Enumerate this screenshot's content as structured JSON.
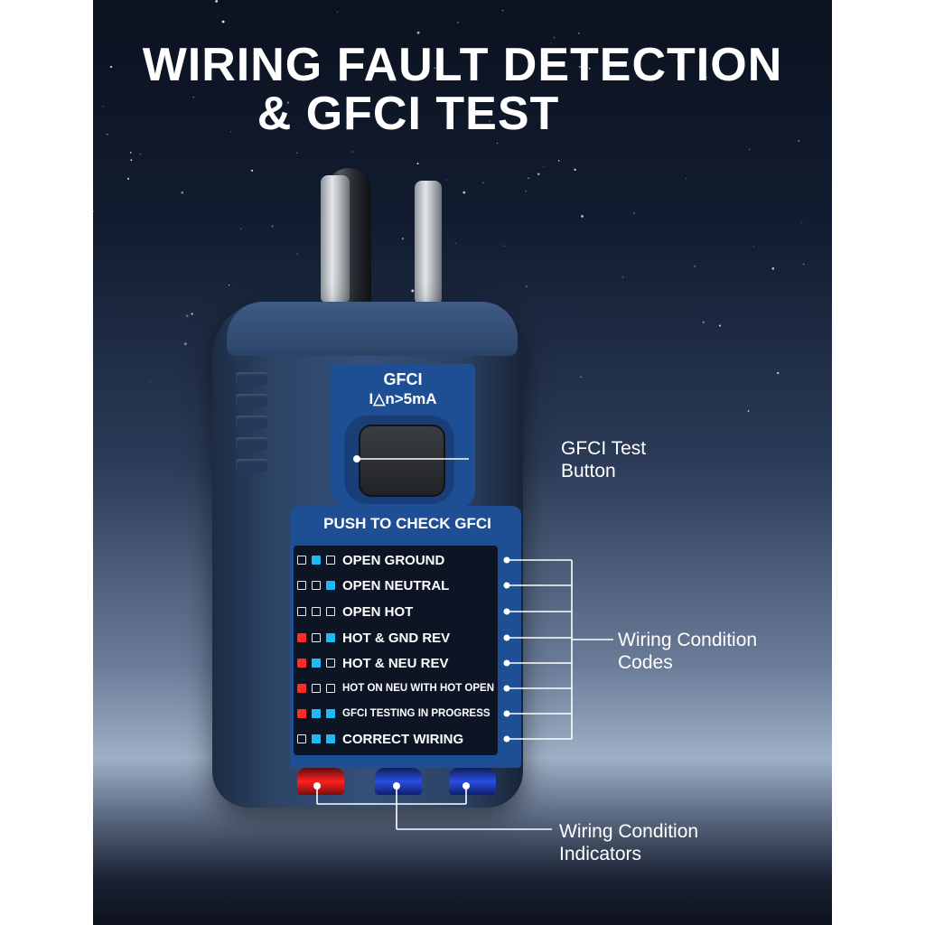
{
  "headline": {
    "line1": "WIRING FAULT DETECTION",
    "line2": "& GFCI TEST"
  },
  "device": {
    "gfci_label": "GFCI",
    "rating_label": "I△n>5mA",
    "push_label": "PUSH TO CHECK GFCI",
    "codes": [
      {
        "leds": [
          "off",
          "blue",
          "off"
        ],
        "label": "OPEN GROUND"
      },
      {
        "leds": [
          "off",
          "off",
          "blue"
        ],
        "label": "OPEN NEUTRAL"
      },
      {
        "leds": [
          "off",
          "off",
          "off"
        ],
        "label": "OPEN HOT"
      },
      {
        "leds": [
          "red",
          "off",
          "blue"
        ],
        "label": "HOT & GND REV"
      },
      {
        "leds": [
          "red",
          "blue",
          "off"
        ],
        "label": "HOT & NEU REV"
      },
      {
        "leds": [
          "red",
          "off",
          "off"
        ],
        "label": "HOT ON NEU WITH HOT OPEN"
      },
      {
        "leds": [
          "red",
          "blue",
          "blue"
        ],
        "label": "GFCI TESTING IN PROGRESS"
      },
      {
        "leds": [
          "off",
          "blue",
          "blue"
        ],
        "label": "CORRECT WIRING"
      }
    ],
    "lamp_colors": [
      "#ff2020",
      "#2a4ee0",
      "#2a4ee0"
    ]
  },
  "callouts": {
    "gfci_button": {
      "line1": "GFCI Test",
      "line2": "Button"
    },
    "wiring_codes": {
      "line1": "Wiring Condition",
      "line2": "Codes"
    },
    "wiring_indicators": {
      "line1": "Wiring Condition",
      "line2": "Indicators"
    }
  },
  "colors": {
    "led_red": "#ff2a2a",
    "led_blue": "#1fb8f0",
    "panel_blue": "#1e4f95",
    "housing_blue": "#2d4466"
  }
}
